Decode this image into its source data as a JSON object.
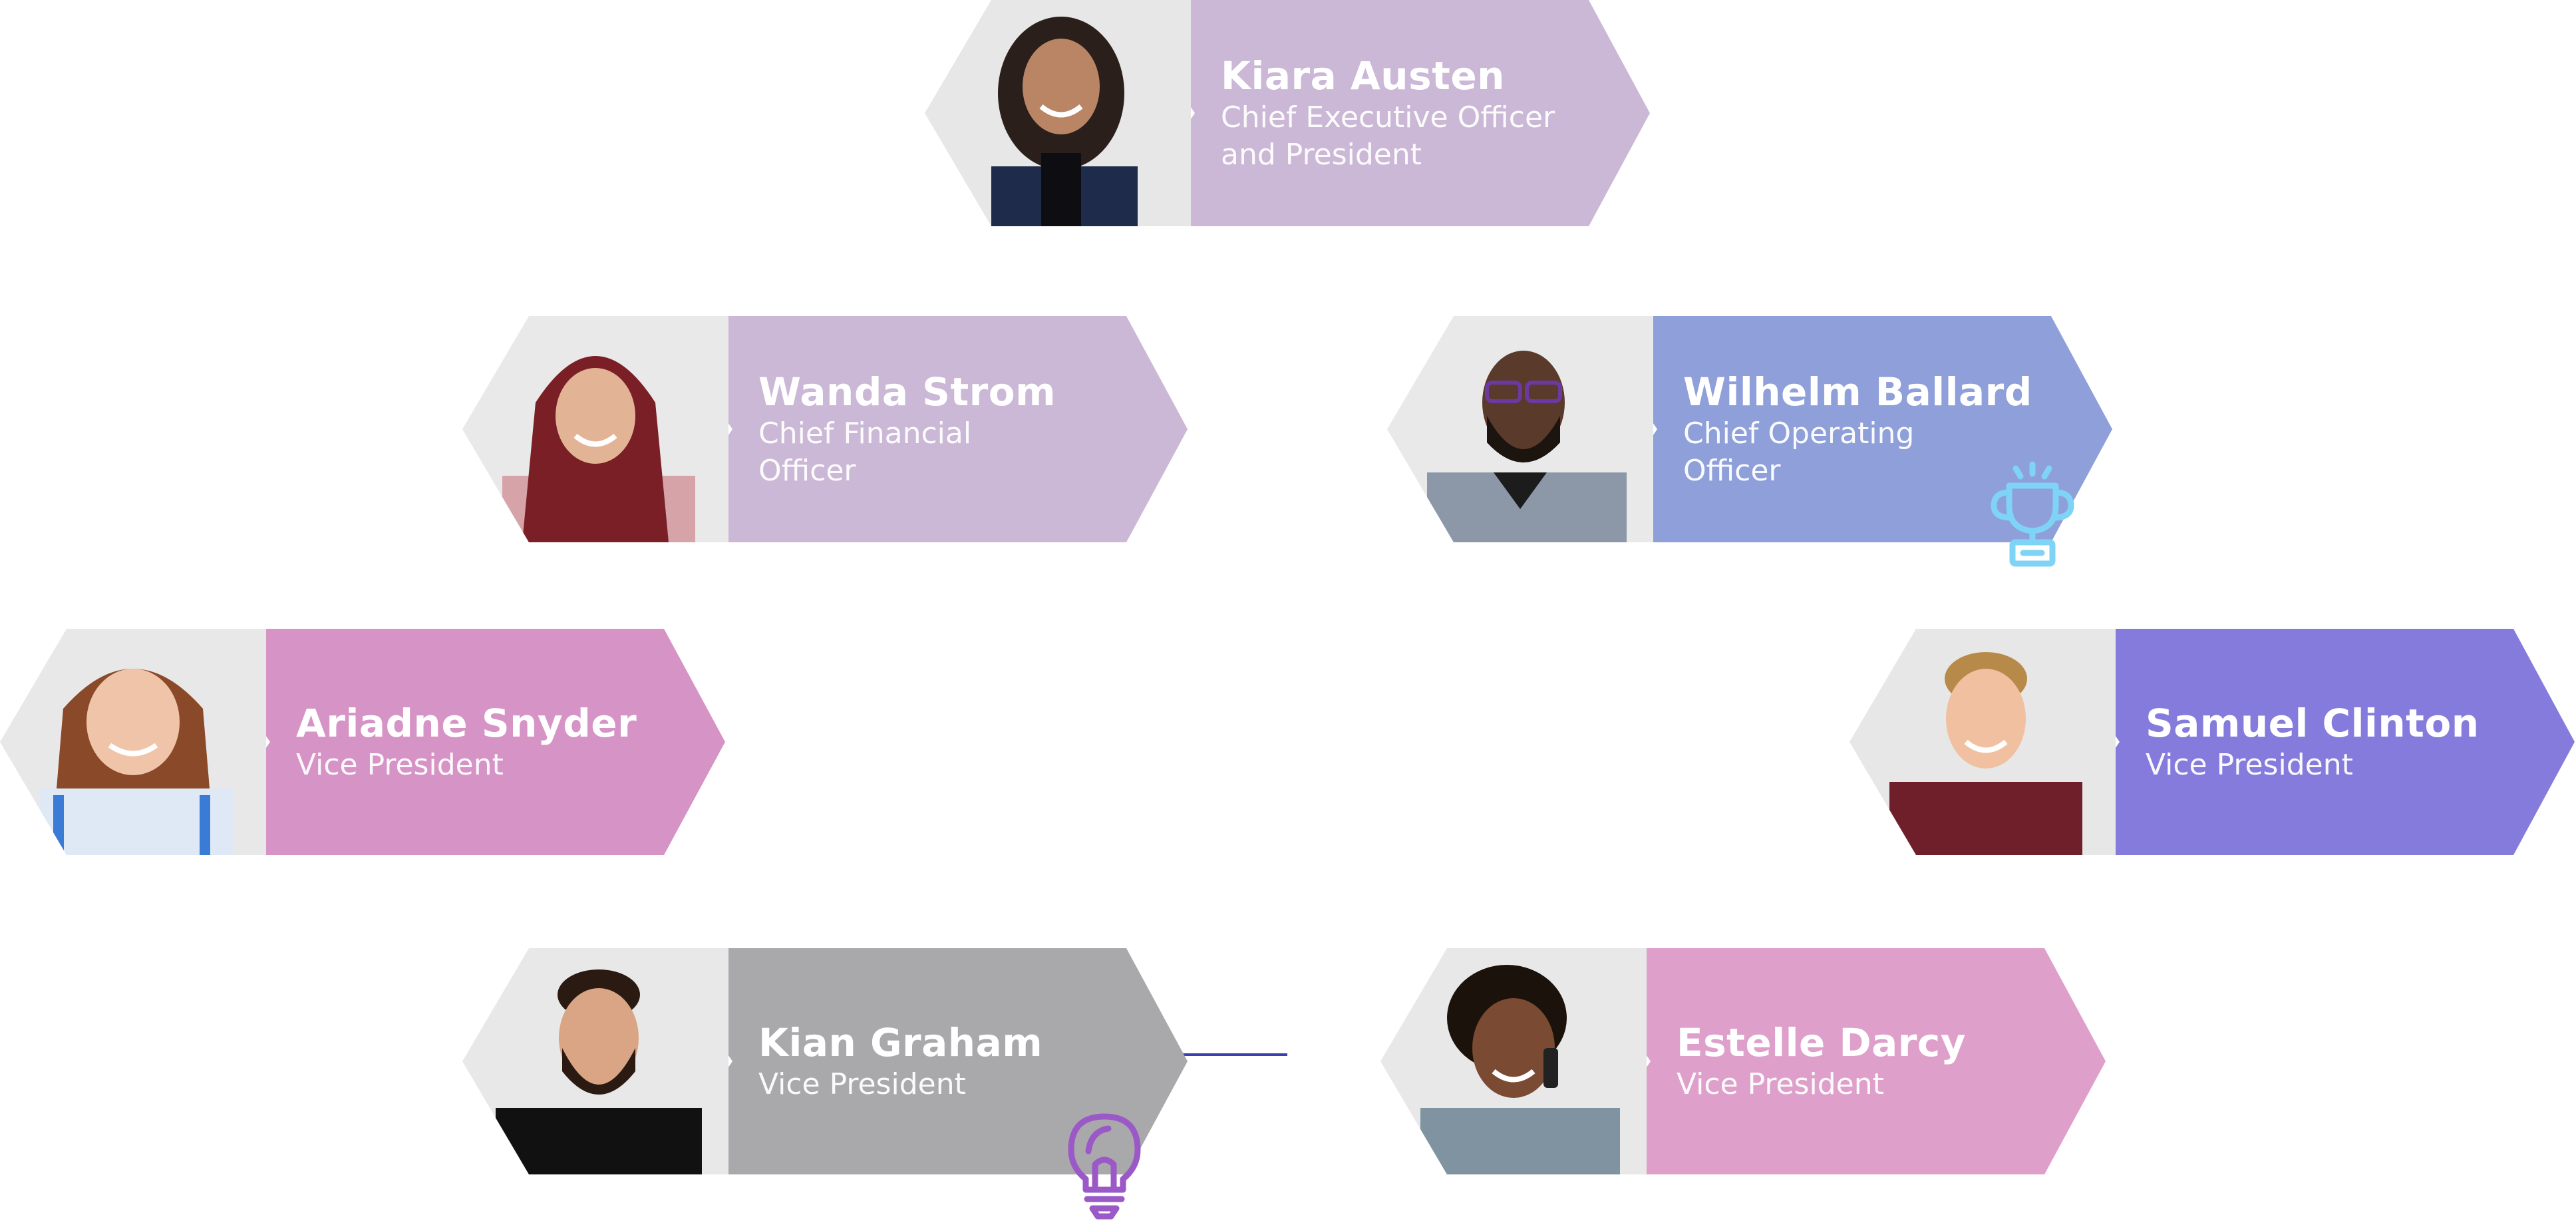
{
  "people": [
    {
      "name": "Kiara Austen",
      "role": "Chief Executive Officer\nand President",
      "color": "#cbb7d6",
      "photo": "woman-dark-curly-hair-navy-blazer"
    },
    {
      "name": "Wanda Strom",
      "role": "Chief Financial\nOfficer",
      "color": "#cbb7d6",
      "photo": "woman-red-hijab-pink-blazer"
    },
    {
      "name": "Wilhelm Ballard",
      "role": "Chief Operating\nOfficer",
      "color": "#8f9fda",
      "photo": "man-beard-glasses-grey-shirt"
    },
    {
      "name": "Ariadne Snyder",
      "role": "Vice President",
      "color": "#d693c5",
      "photo": "woman-auburn-hair-striped-top"
    },
    {
      "name": "Samuel Clinton",
      "role": "Vice President",
      "color": "#857bdc",
      "photo": "man-blond-maroon-shirt"
    },
    {
      "name": "Kian Graham",
      "role": "Vice President",
      "color": "#a9a8ab",
      "photo": "man-beard-black-tshirt"
    },
    {
      "name": "Estelle Darcy",
      "role": "Vice President",
      "color": "#dea0cb",
      "photo": "woman-curly-hair-phone"
    }
  ],
  "icons": {
    "trophy": {
      "name": "trophy-icon",
      "color": "#7fd3f5"
    },
    "bulb": {
      "name": "lightbulb-icon",
      "color": "#9b59c8"
    }
  },
  "connector_color": "#3a3fb0"
}
